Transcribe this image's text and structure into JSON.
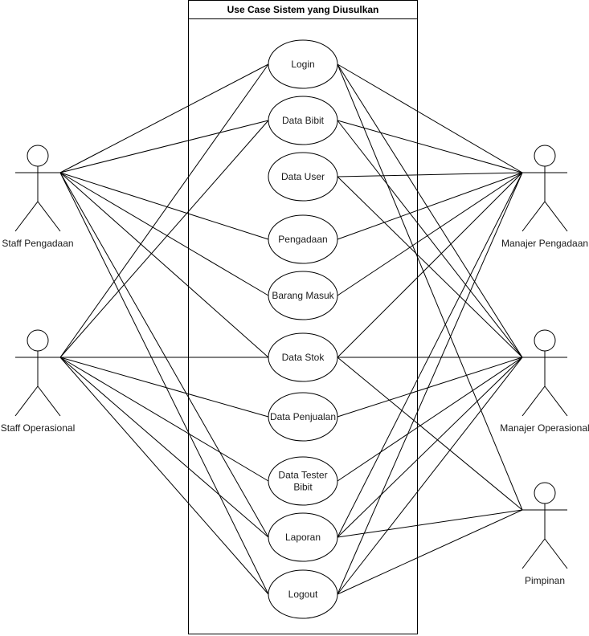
{
  "system": {
    "title": "Use Case Sistem yang Diusulkan"
  },
  "use_cases": [
    {
      "id": "login",
      "label": [
        "Login"
      ]
    },
    {
      "id": "data-bibit",
      "label": [
        "Data Bibit"
      ]
    },
    {
      "id": "data-user",
      "label": [
        "Data User"
      ]
    },
    {
      "id": "pengadaan",
      "label": [
        "Pengadaan"
      ]
    },
    {
      "id": "barang-masuk",
      "label": [
        "Barang Masuk"
      ]
    },
    {
      "id": "data-stok",
      "label": [
        "Data Stok"
      ]
    },
    {
      "id": "data-penjualan",
      "label": [
        "Data Penjualan"
      ]
    },
    {
      "id": "data-tester-bibit",
      "label": [
        "Data Tester",
        "Bibit"
      ]
    },
    {
      "id": "laporan",
      "label": [
        "Laporan"
      ]
    },
    {
      "id": "logout",
      "label": [
        "Logout"
      ]
    }
  ],
  "actors": [
    {
      "id": "staff-pengadaan",
      "label": "Staff Pengadaan",
      "side": "left"
    },
    {
      "id": "staff-operasional",
      "label": "Staff Operasional",
      "side": "left"
    },
    {
      "id": "manajer-pengadaan",
      "label": "Manajer Pengadaan",
      "side": "right"
    },
    {
      "id": "manajer-operasional",
      "label": "Manajer Operasional",
      "side": "right"
    },
    {
      "id": "pimpinan",
      "label": "Pimpinan",
      "side": "right"
    }
  ],
  "associations": [
    {
      "actor": "staff-pengadaan",
      "use_cases": [
        "login",
        "data-bibit",
        "pengadaan",
        "barang-masuk",
        "data-stok",
        "laporan",
        "logout"
      ]
    },
    {
      "actor": "staff-operasional",
      "use_cases": [
        "login",
        "data-bibit",
        "data-stok",
        "data-penjualan",
        "data-tester-bibit",
        "laporan",
        "logout"
      ]
    },
    {
      "actor": "manajer-pengadaan",
      "use_cases": [
        "login",
        "data-bibit",
        "data-user",
        "pengadaan",
        "barang-masuk",
        "data-stok",
        "laporan",
        "logout"
      ]
    },
    {
      "actor": "manajer-operasional",
      "use_cases": [
        "login",
        "data-bibit",
        "data-user",
        "data-stok",
        "data-penjualan",
        "data-tester-bibit",
        "laporan",
        "logout"
      ]
    },
    {
      "actor": "pimpinan",
      "use_cases": [
        "login",
        "data-stok",
        "laporan",
        "logout"
      ]
    }
  ],
  "colors": {
    "stroke": "#000000",
    "background": "#ffffff",
    "text": "#1a1a1a"
  }
}
